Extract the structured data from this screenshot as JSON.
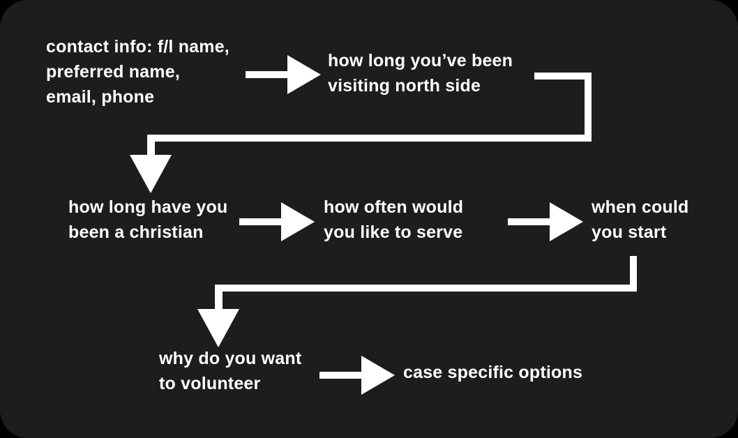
{
  "colors": {
    "page_bg": "#000000",
    "card_bg": "#1d1d1e",
    "text": "#ffffff",
    "arrow": "#ffffff"
  },
  "diagram": {
    "type": "flowchart",
    "title": "",
    "nodes": [
      {
        "id": "contact-info",
        "lines": [
          "contact info: f/l name,",
          "preferred name,",
          "email, phone"
        ]
      },
      {
        "id": "visiting-duration",
        "lines": [
          "how long you’ve been",
          "visiting north side"
        ]
      },
      {
        "id": "christian-duration",
        "lines": [
          "how long have you",
          "been a christian"
        ]
      },
      {
        "id": "serve-frequency",
        "lines": [
          "how often would",
          "you like to serve"
        ]
      },
      {
        "id": "start-date",
        "lines": [
          "when could",
          "you start"
        ]
      },
      {
        "id": "volunteer-reason",
        "lines": [
          "why do you want",
          "to volunteer"
        ]
      },
      {
        "id": "case-options",
        "lines": [
          "case specific options"
        ]
      }
    ],
    "edges": [
      {
        "from": "contact-info",
        "to": "visiting-duration",
        "style": "straight-arrow"
      },
      {
        "from": "visiting-duration",
        "to": "christian-duration",
        "style": "elbow-arrow"
      },
      {
        "from": "christian-duration",
        "to": "serve-frequency",
        "style": "straight-arrow"
      },
      {
        "from": "serve-frequency",
        "to": "start-date",
        "style": "straight-arrow"
      },
      {
        "from": "start-date",
        "to": "volunteer-reason",
        "style": "elbow-arrow"
      },
      {
        "from": "volunteer-reason",
        "to": "case-options",
        "style": "straight-arrow"
      }
    ]
  }
}
